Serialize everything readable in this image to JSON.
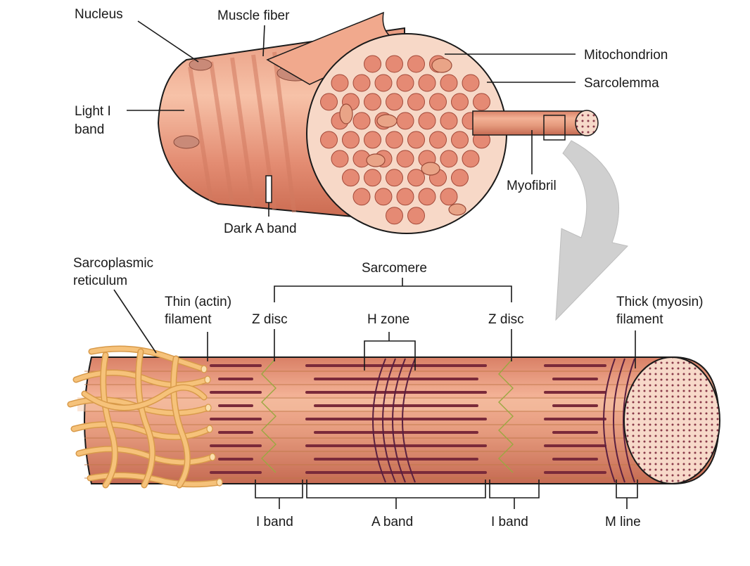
{
  "labels": {
    "nucleus": "Nucleus",
    "muscle_fiber": "Muscle fiber",
    "mitochondrion": "Mitochondrion",
    "sarcolemma": "Sarcolemma",
    "light_i_band_1": "Light I",
    "light_i_band_2": "band",
    "myofibril": "Myofibril",
    "dark_a_band": "Dark A band",
    "sarcoplasmic_1": "Sarcoplasmic",
    "sarcoplasmic_2": "reticulum",
    "sarcomere": "Sarcomere",
    "thin_1": "Thin (actin)",
    "thin_2": "filament",
    "z_disc_left": "Z disc",
    "h_zone": "H zone",
    "z_disc_right": "Z disc",
    "thick_1": "Thick (myosin)",
    "thick_2": "filament",
    "i_band_left": "I band",
    "a_band": "A band",
    "i_band_right": "I band",
    "m_line": "M line"
  },
  "colors": {
    "muscle_light": "#f2b59a",
    "muscle_mid": "#e39378",
    "muscle_dark": "#c9694f",
    "outline": "#1a1a1a",
    "thick_filament": "#7a2a3a",
    "thin_filament": "#c07848",
    "z_disc_line": "#9aa840",
    "reticulum": "#f6c27a",
    "arrow": "#c8c8c8"
  }
}
